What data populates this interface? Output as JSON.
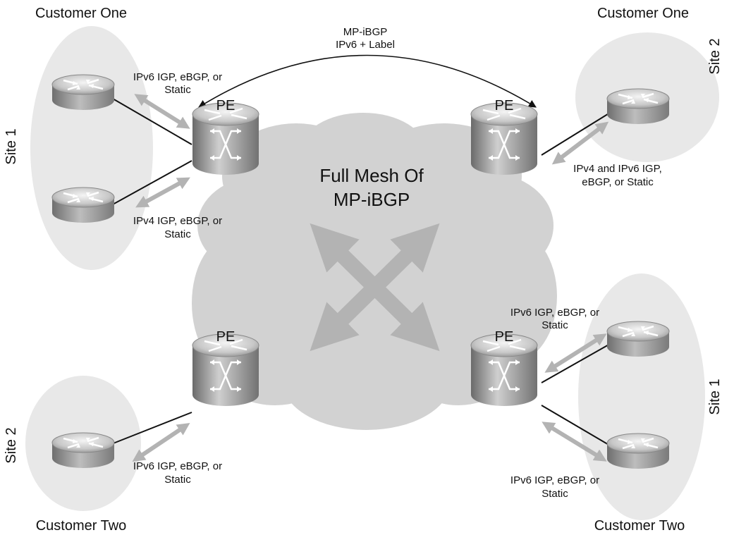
{
  "top_left_customer": "Customer One",
  "top_right_customer": "Customer One",
  "bottom_left_customer": "Customer Two",
  "bottom_right_customer": "Customer Two",
  "site_top_left": "Site 1",
  "site_top_right": "Site 2",
  "site_bottom_left": "Site 2",
  "site_bottom_right": "Site 1",
  "pe_label": "PE",
  "core": {
    "line1": "Full Mesh Of",
    "line2": "MP-iBGP"
  },
  "session": {
    "line1": "MP-iBGP",
    "line2": "IPv6 + Label"
  },
  "links": {
    "tl_upper": {
      "line1": "IPv6 IGP, eBGP, or",
      "line2": "Static"
    },
    "tl_lower": {
      "line1": "IPv4 IGP, eBGP, or",
      "line2": "Static"
    },
    "tr": {
      "line1": "IPv4 and IPv6 IGP,",
      "line2": "eBGP, or Static"
    },
    "bl": {
      "line1": "IPv6 IGP, eBGP, or",
      "line2": "Static"
    },
    "br_upper": {
      "line1": "IPv6 IGP, eBGP, or",
      "line2": "Static"
    },
    "br_lower": {
      "line1": "IPv6 IGP, eBGP, or",
      "line2": "Static"
    }
  },
  "colors": {
    "cloud": "#d2d2d2",
    "site": "#e8e8e8",
    "arrow": "#b3b3b3",
    "router": "#9a9a9a"
  }
}
